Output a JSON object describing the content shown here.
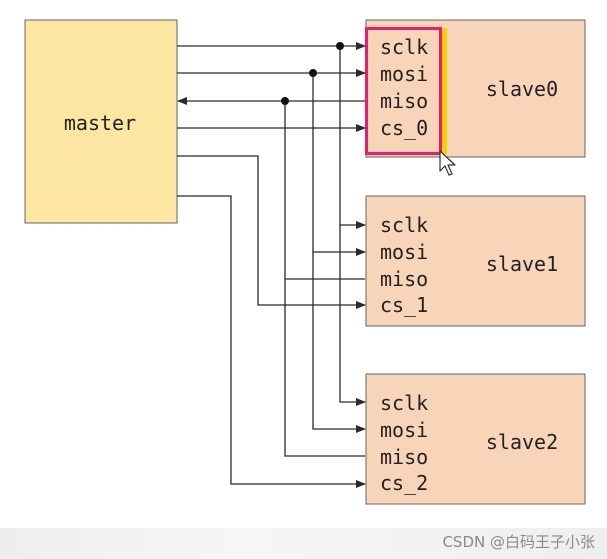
{
  "diagram": {
    "master": {
      "label": "master"
    },
    "slaves": [
      {
        "name": "slave0",
        "pins": [
          "sclk",
          "mosi",
          "miso",
          "cs_0"
        ]
      },
      {
        "name": "slave1",
        "pins": [
          "sclk",
          "mosi",
          "miso",
          "cs_1"
        ]
      },
      {
        "name": "slave2",
        "pins": [
          "sclk",
          "mosi",
          "miso",
          "cs_2"
        ]
      }
    ]
  },
  "colors": {
    "master_fill": "#fde6a1",
    "slave_fill": "#f8d5b9",
    "wire": "#2a2a2a",
    "highlight_border": "#ea1e6f",
    "highlight_edge": "#f5d200"
  },
  "icons": {
    "cursor": "mouse-pointer-icon"
  },
  "footer": {
    "watermark": "CSDN @白码王子小张"
  }
}
